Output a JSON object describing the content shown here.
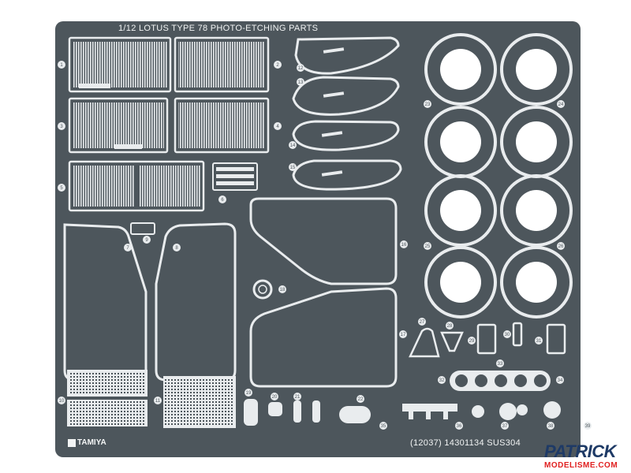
{
  "header": {
    "title": "1/12  LOTUS TYPE 78  PHOTO-ETCHING PARTS"
  },
  "footer": {
    "code": "(12037)  14301134  SUS304",
    "brand": "TAMIYA"
  },
  "watermark": {
    "line1": "PATRICK",
    "line2": "MODELISME.COM"
  },
  "part_numbers": [
    "1",
    "2",
    "3",
    "4",
    "5",
    "6",
    "7",
    "8",
    "9",
    "10",
    "11",
    "12",
    "13",
    "14",
    "15",
    "16",
    "17",
    "18",
    "19",
    "20",
    "21",
    "22",
    "23",
    "24",
    "25",
    "26",
    "27",
    "28",
    "29",
    "30",
    "31",
    "32",
    "33",
    "34",
    "35",
    "36",
    "37",
    "38",
    "39"
  ],
  "colors": {
    "sheet": "#4d565c",
    "etch": "#e9ecee",
    "label": "#f2f4f4",
    "wm_blue": "#1e3a66",
    "wm_red": "#e02020"
  }
}
